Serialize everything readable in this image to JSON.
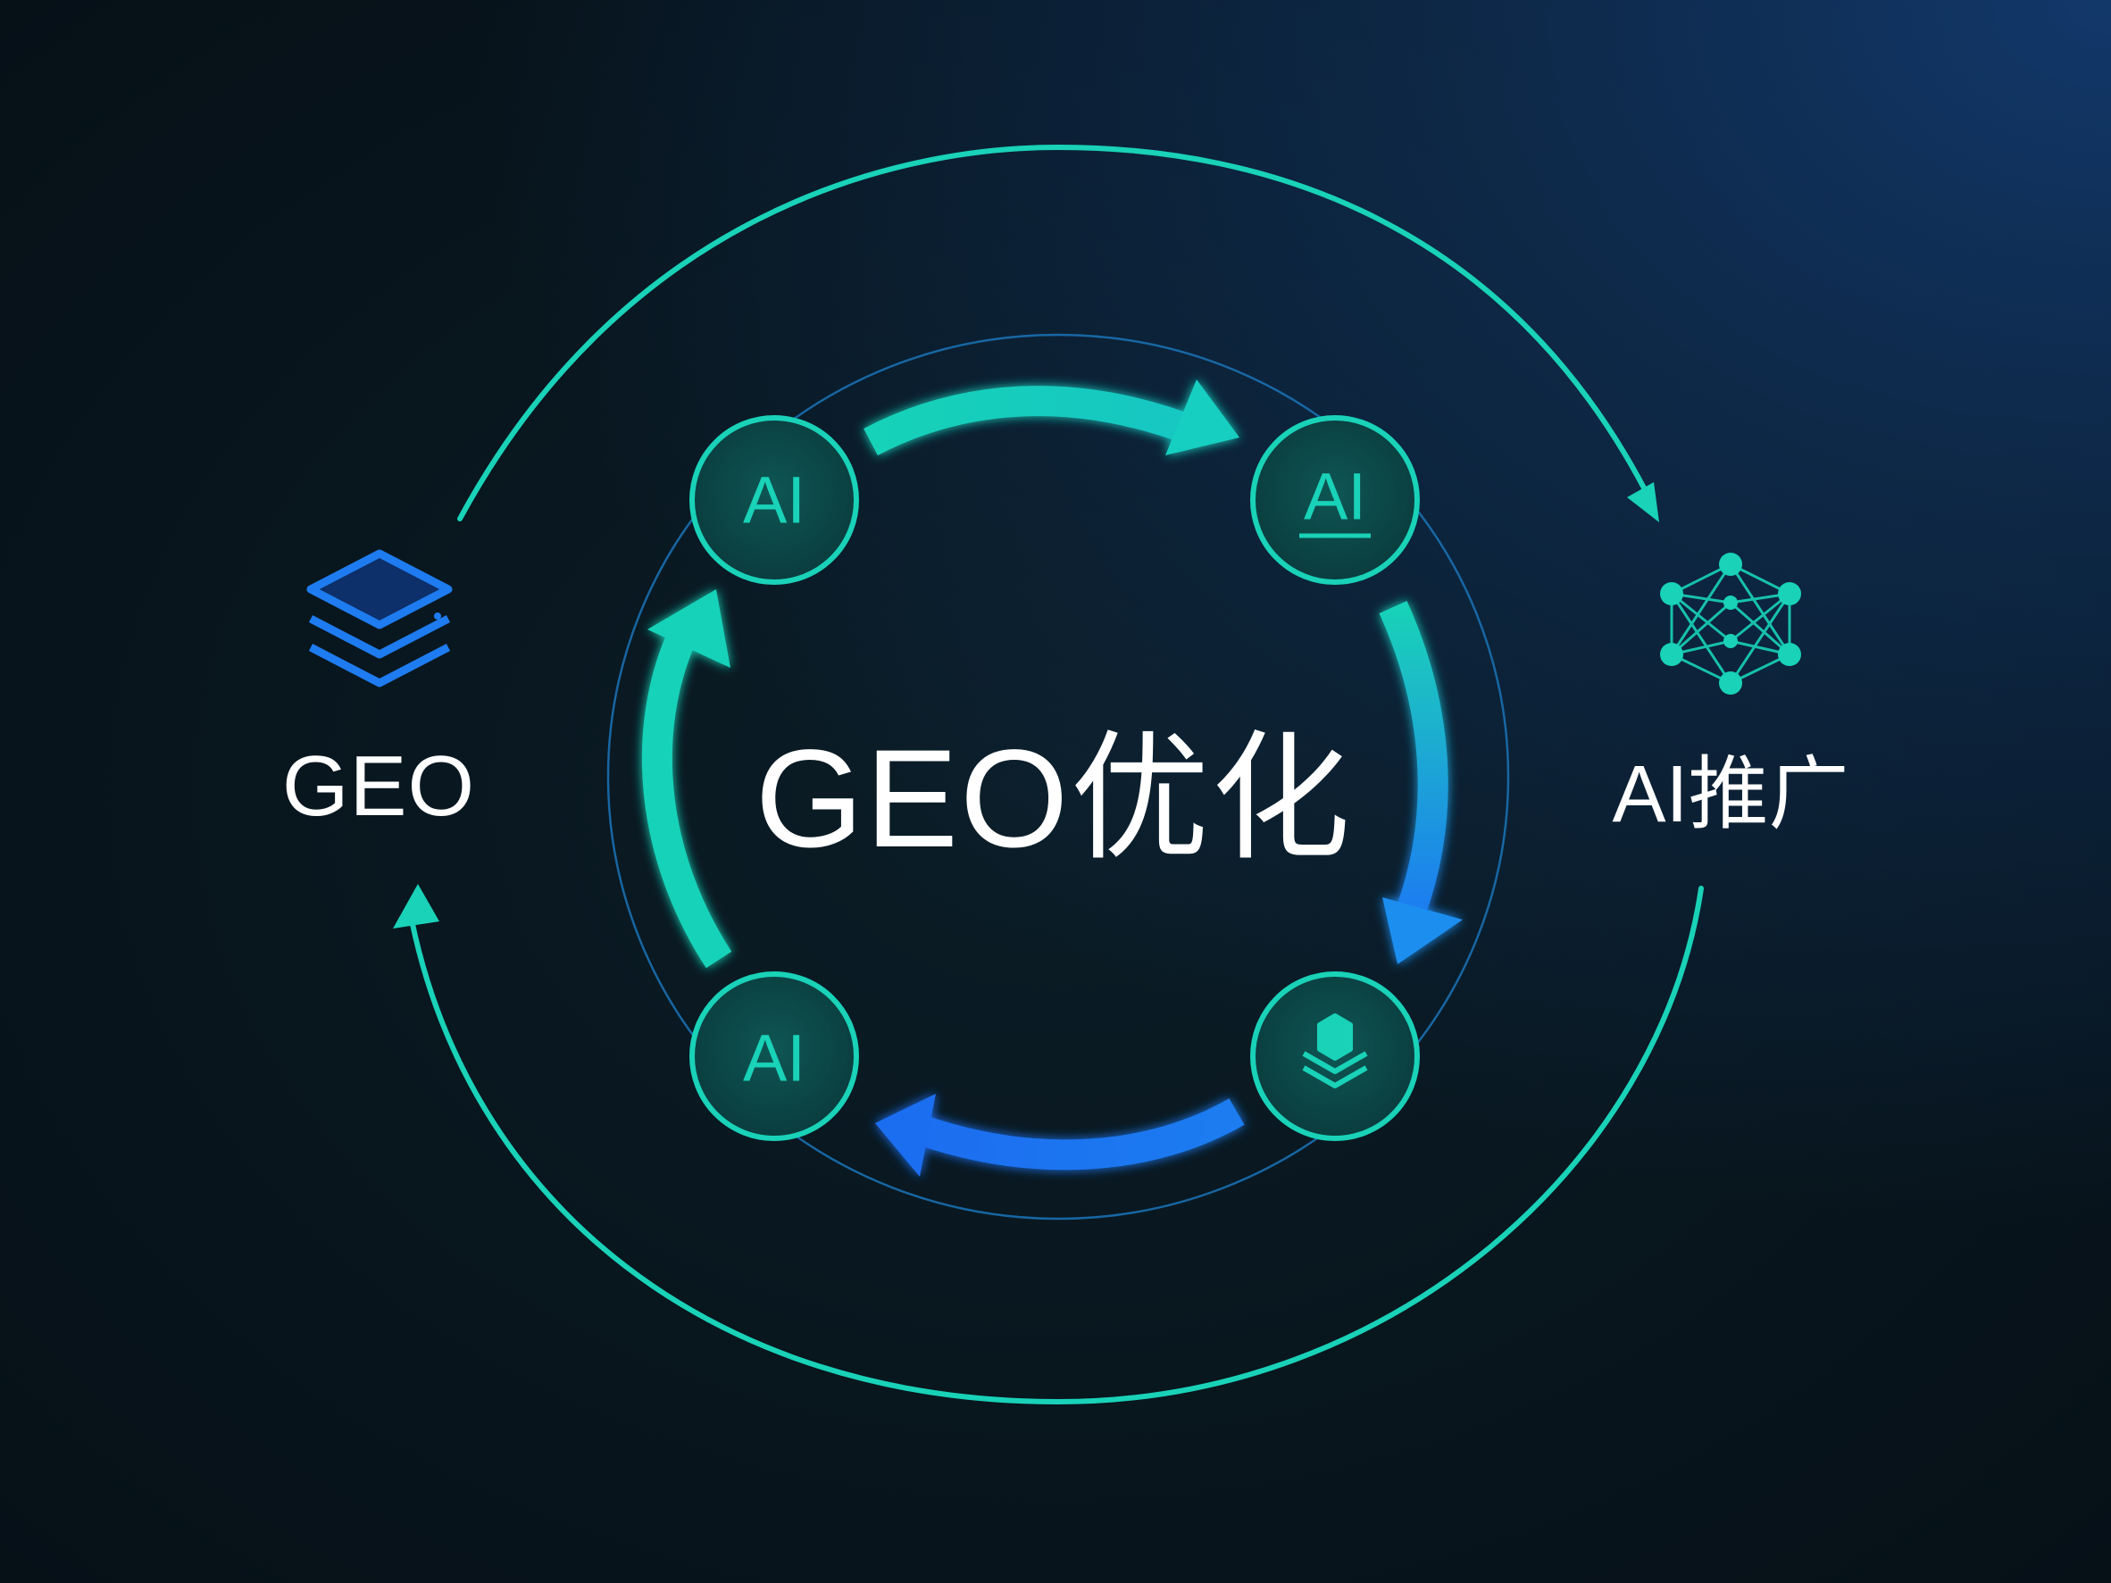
{
  "diagram": {
    "center_title": "GEO优化",
    "left_label": "GEO",
    "right_label": "AI推广",
    "left_icon": "layers-stack-icon",
    "right_icon": "neural-network-icon",
    "nodes": [
      {
        "label": "AI"
      },
      {
        "label": "AI"
      },
      {
        "label": "AI"
      },
      {
        "icon": "database-stack-icon"
      }
    ],
    "colors": {
      "teal": "#19d2b8",
      "blue": "#1e7cf0",
      "background": "#08131a",
      "node_fill": "#0c4a48",
      "text": "#ffffff"
    }
  }
}
